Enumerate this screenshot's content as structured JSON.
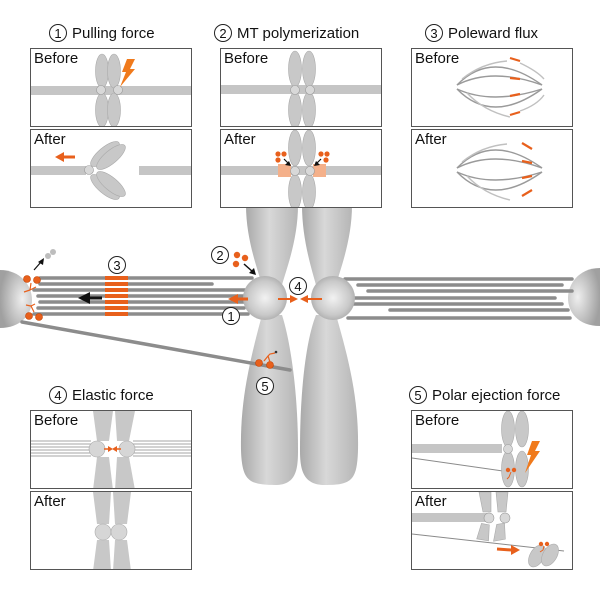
{
  "panels": [
    {
      "id": 1,
      "num": "1",
      "title": "Pulling force",
      "before": "Before",
      "after": "After"
    },
    {
      "id": 2,
      "num": "2",
      "title": "MT polymerization",
      "before": "Before",
      "after": "After"
    },
    {
      "id": 3,
      "num": "3",
      "title": "Poleward flux",
      "before": "Before",
      "after": "After"
    },
    {
      "id": 4,
      "num": "4",
      "title": "Elastic force",
      "before": "Before",
      "after": "After"
    },
    {
      "id": 5,
      "num": "5",
      "title": "Polar ejection force",
      "before": "Before",
      "after": "After"
    }
  ],
  "main_callouts": {
    "c1": "1",
    "c2": "2",
    "c3": "3",
    "c4": "4",
    "c5": "5"
  },
  "colors": {
    "accent": "#e8601c",
    "chromosome": "#c8c8c8",
    "microtubule": "#8c8c8c",
    "frame": "#555555"
  }
}
